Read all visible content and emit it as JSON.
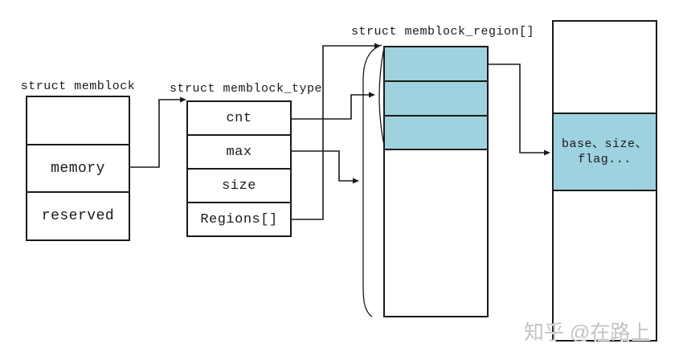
{
  "colors": {
    "highlight_blue": "#9ed2de",
    "line": "#1a1a1a",
    "watermark_gray": "#c3c3c3"
  },
  "boxes": {
    "memblock": {
      "title": "struct memblock",
      "cells": [
        "",
        "memory",
        "reserved"
      ]
    },
    "memblock_type": {
      "title": "struct memblock_type",
      "cells": [
        "cnt",
        "max",
        "size",
        "Regions[]"
      ]
    },
    "memblock_region": {
      "title": "struct memblock_region[]"
    },
    "region_detail": {
      "label_line1": "base、size、",
      "label_line2": "flag..."
    }
  },
  "watermark": {
    "text": "知乎 @在路上"
  }
}
